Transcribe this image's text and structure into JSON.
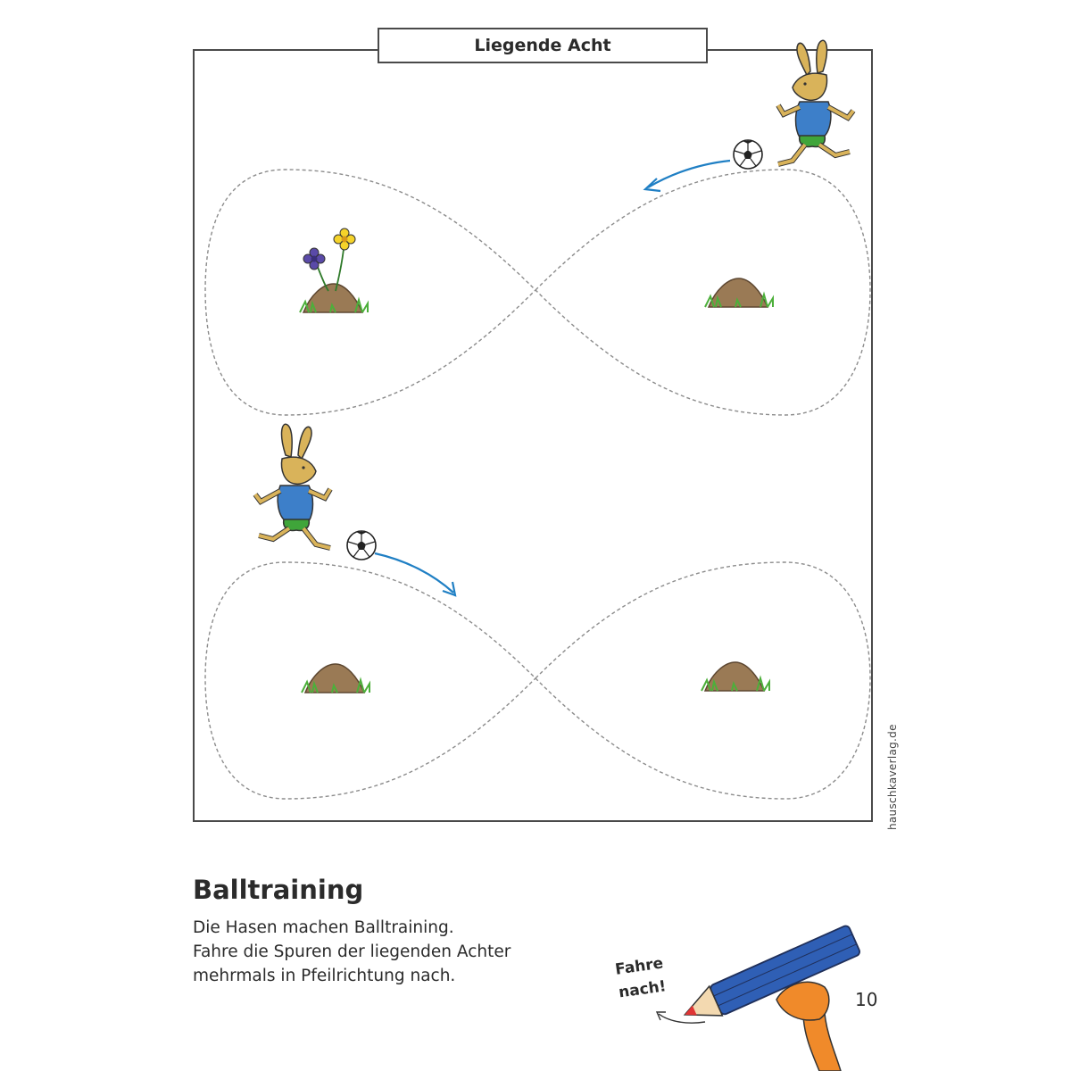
{
  "worksheet": {
    "title": "Liegende Acht",
    "publisher_url": "hauschkaverlag.de",
    "heading": "Balltraining",
    "instructions": [
      "Die Hasen machen Balltraining.",
      "Fahre die Spuren der liegenden Achter",
      "mehrmals in Pfeilrichtung nach."
    ],
    "hint": [
      "Fahre",
      "nach!"
    ],
    "page_number": "10"
  },
  "colors": {
    "frame": "#4a4a4a",
    "trace": "#8c8c8c",
    "arrow": "#1f7fc4",
    "rabbit_fur": "#d9b35a",
    "shirt": "#3d7fc9",
    "shorts": "#3fa53a",
    "molehill": "#9a7a55",
    "grass": "#4caf3a",
    "pencil": "#2f5fb5",
    "hand": "#f08a2a"
  }
}
